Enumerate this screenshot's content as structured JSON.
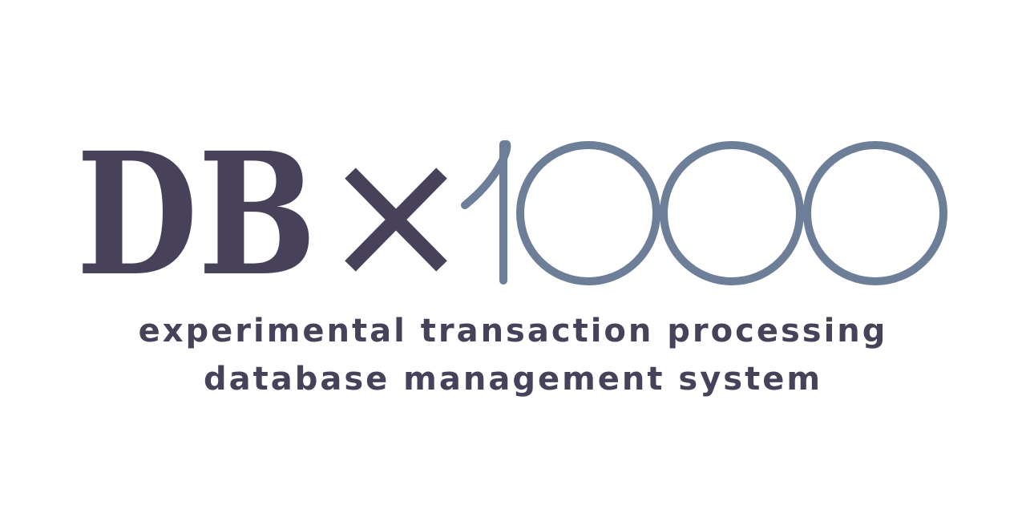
{
  "logo": {
    "wordmark": "DBx1000",
    "letters": "DB",
    "multiply_symbol": "×",
    "number": "1000",
    "colors": {
      "dark": "#47425a",
      "slate": "#6d7e99",
      "background": "#ffffff"
    }
  },
  "tagline": {
    "line1": "experimental transaction processing",
    "line2": "database management system"
  }
}
